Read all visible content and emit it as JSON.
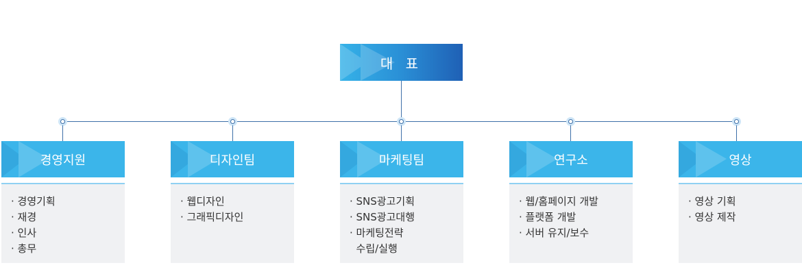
{
  "title": "대 표",
  "departments": [
    {
      "name": "경영지원",
      "items": [
        "· 경영기획",
        "· 재경",
        "· 인사",
        "· 총무"
      ]
    },
    {
      "name": "디자인팀",
      "items": [
        "· 웹디자인",
        "· 그래픽디자인"
      ]
    },
    {
      "name": "마케팅팀",
      "items": [
        "· SNS광고기획",
        "· SNS광고대행",
        "· 마케팅전략",
        "  수립/실행"
      ]
    },
    {
      "name": "연구소",
      "items": [
        "· 웹/홈페이지 개발",
        "· 플랫폼 개발",
        "· 서버 유지/보수"
      ]
    },
    {
      "name": "영상",
      "items": [
        "· 영상 기획",
        "· 영상 제작"
      ]
    }
  ],
  "colors": {
    "ceo_start": "#35b2e8",
    "ceo_end": "#1f60b5",
    "dept": "#3bb5ea",
    "line": "#3d6fa8",
    "box": "#f0f1f3"
  }
}
